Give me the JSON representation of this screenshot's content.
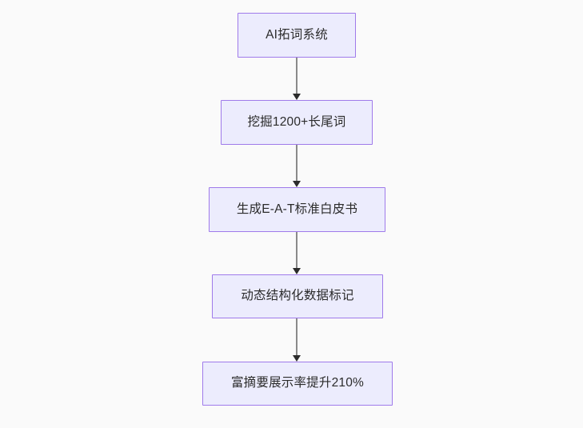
{
  "diagram": {
    "type": "flowchart",
    "direction": "top-to-bottom",
    "background_color": "#fafafa",
    "node_fill_color": "#ececfd",
    "node_border_color": "#9f7aea",
    "node_text_color": "#2b2b2b",
    "edge_line_color": "#8a8a8a",
    "edge_arrow_color": "#2b2b2b",
    "nodes": [
      {
        "id": "n1",
        "label": "AI拓词系统"
      },
      {
        "id": "n2",
        "label": "挖掘1200+长尾词"
      },
      {
        "id": "n3",
        "label": "生成E-A-T标准白皮书"
      },
      {
        "id": "n4",
        "label": "动态结构化数据标记"
      },
      {
        "id": "n5",
        "label": "富摘要展示率提升210%"
      }
    ],
    "edges": [
      {
        "from": "n1",
        "to": "n2"
      },
      {
        "from": "n2",
        "to": "n3"
      },
      {
        "from": "n3",
        "to": "n4"
      },
      {
        "from": "n4",
        "to": "n5"
      }
    ]
  }
}
